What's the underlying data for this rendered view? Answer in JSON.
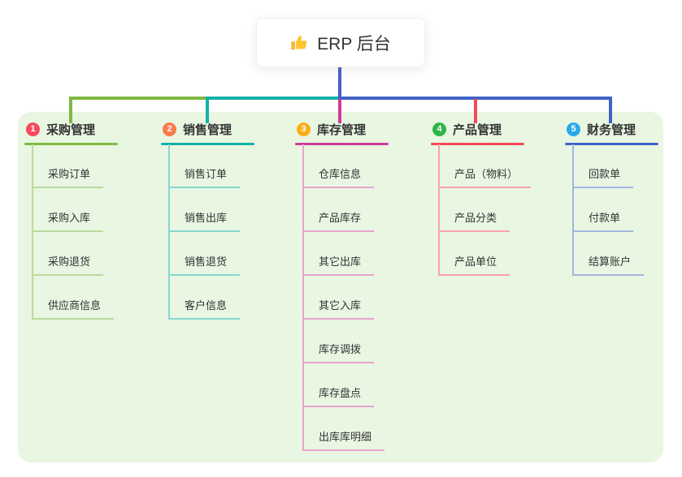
{
  "root_node": {
    "icon": "thumbs-up-icon",
    "label": "ERP 后台"
  },
  "branches": [
    {
      "num": "1",
      "label": "采购管理",
      "badge_color": "#f8495e",
      "line_color": "#7eba40",
      "child_line_color": "#b9dc9d",
      "children": [
        "采购订单",
        "采购入库",
        "采购退货",
        "供应商信息"
      ]
    },
    {
      "num": "2",
      "label": "销售管理",
      "badge_color": "#fa7b49",
      "line_color": "#14b0a6",
      "child_line_color": "#87d7cf",
      "children": [
        "销售订单",
        "销售出库",
        "销售退货",
        "客户信息"
      ]
    },
    {
      "num": "3",
      "label": "库存管理",
      "badge_color": "#fbad18",
      "line_color": "#ce3a9a",
      "child_line_color": "#eca3cf",
      "children": [
        "仓库信息",
        "产品库存",
        "其它出库",
        "其它入库",
        "库存调拨",
        "库存盘点",
        "出库库明细"
      ]
    },
    {
      "num": "4",
      "label": "产品管理",
      "badge_color": "#2fb44a",
      "line_color": "#f7485a",
      "child_line_color": "#faa2a9",
      "children": [
        "产品（物料）",
        "产品分类",
        "产品单位"
      ]
    },
    {
      "num": "5",
      "label": "财务管理",
      "badge_color": "#29a9e9",
      "line_color": "#3e63c6",
      "child_line_color": "#a3b5e2",
      "children": [
        "回款单",
        "付款单",
        "结算账户"
      ]
    }
  ],
  "colors": {
    "canvas_bg": "#ffffff",
    "panel_bg": "#e8f6e2",
    "root_connector": "#4a5ec8",
    "text": "#333333"
  }
}
